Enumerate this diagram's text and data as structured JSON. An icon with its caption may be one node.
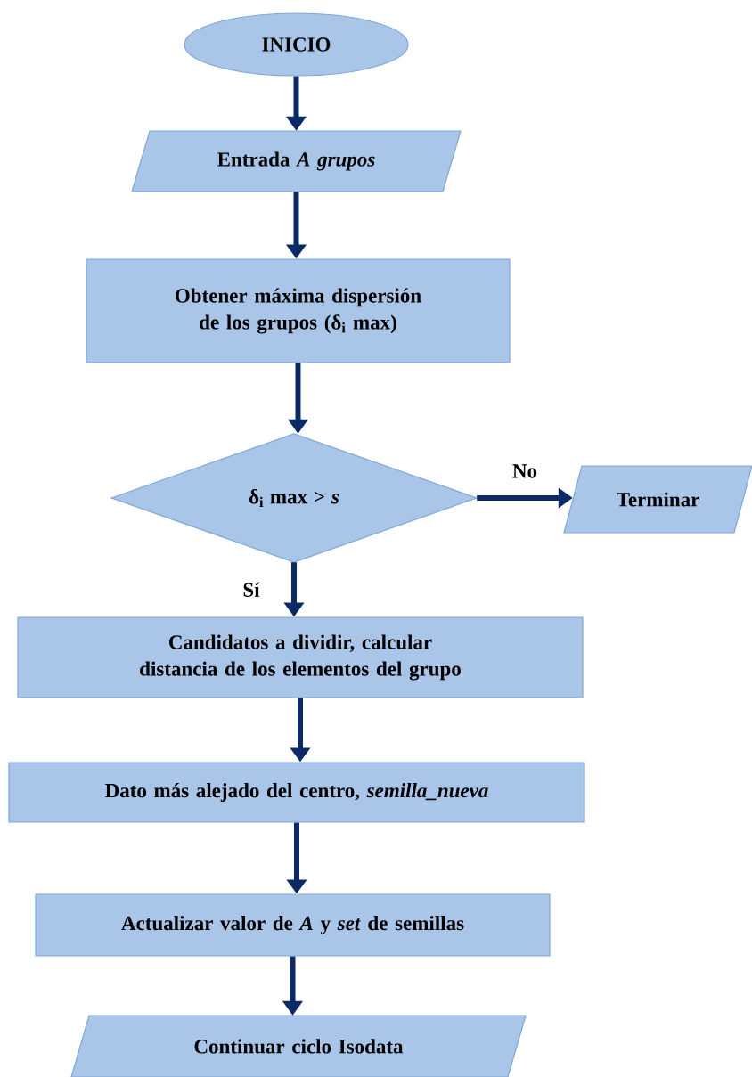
{
  "diagram": {
    "nodes": [
      {
        "text": [
          "INICIO"
        ]
      },
      {
        "text": [
          "Entrada *A*  *grupos*"
        ]
      },
      {
        "text": [
          "Obtener máxima dispersión de los grupos (δ$_{i}$ max)"
        ]
      },
      {
        "text": [
          "δ$_{i}$ max > *s*"
        ]
      },
      {
        "text": [
          "Terminar"
        ]
      },
      {
        "text": [
          "Candidatos a dividir, calcular distancia de los elementos del grupo"
        ]
      },
      {
        "text": [
          "Dato más alejado del centro, *semilla_nueva*"
        ]
      },
      {
        "text": [
          "Actualizar valor de *A* y *set* de semillas"
        ]
      },
      {
        "text": [
          "Continuar ciclo Isodata"
        ]
      }
    ],
    "edges": [
      {
        "from": 0,
        "to": 1,
        "arrow": "to"
      },
      {
        "from": 1,
        "to": 2,
        "arrow": "to"
      },
      {
        "from": 2,
        "to": 3,
        "arrow": "to"
      },
      {
        "from": 3,
        "to": 4,
        "arrow": "to",
        "label": "No"
      },
      {
        "from": 3,
        "to": 5,
        "arrow": "to",
        "label": "Sí"
      },
      {
        "from": 5,
        "to": 6,
        "arrow": "to"
      },
      {
        "from": 6,
        "to": 7,
        "arrow": "to"
      },
      {
        "from": 7,
        "to": 8,
        "arrow": "to"
      }
    ]
  }
}
